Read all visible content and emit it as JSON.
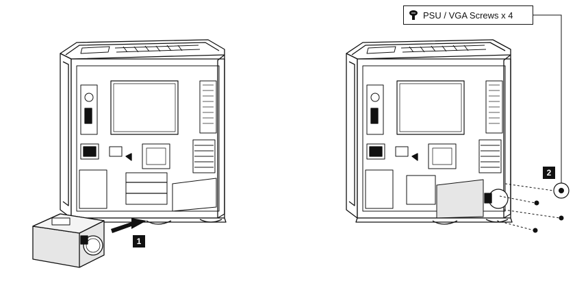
{
  "callout": {
    "label": "PSU / VGA Screws x 4",
    "icon": "screw-icon"
  },
  "steps": [
    {
      "label": "1"
    },
    {
      "label": "2"
    }
  ],
  "colors": {
    "line": "#111111",
    "psu_fill": "#e6e6e6",
    "badge_bg": "#111111"
  }
}
